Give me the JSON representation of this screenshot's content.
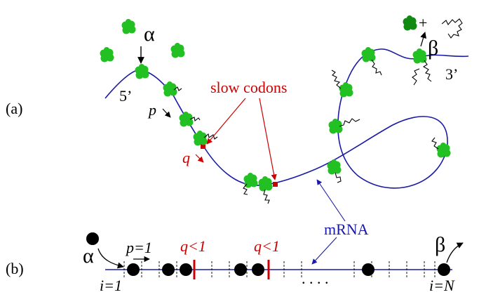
{
  "panels": {
    "a": "(a)",
    "b": "(b)"
  },
  "labels": {
    "alpha_a": "α",
    "beta_a": "β",
    "plus": "+",
    "five_prime": "5’",
    "three_prime": "3’",
    "p_a": "p",
    "q_a": "q",
    "slow_codons": "slow codons",
    "mrna": "mRNA",
    "alpha_b": "α",
    "beta_b": "β",
    "p_eq_1": "p=1",
    "q_lt_1_first": "q<1",
    "q_lt_1_second": "q<1",
    "i_eq_1": "i=1",
    "i_eq_n": "i=N",
    "dots": ". . . ."
  },
  "colors": {
    "mrna_line": "#1a1aa6",
    "ribosome": "#22c022",
    "ribosome_dark": "#108a10",
    "slow_codon": "#cc0000",
    "annotation_red": "#cc0000",
    "particle": "#000000"
  },
  "icons": {
    "ribosome": "ribosome-blob-icon",
    "protein_chain": "protein-chain-icon"
  }
}
